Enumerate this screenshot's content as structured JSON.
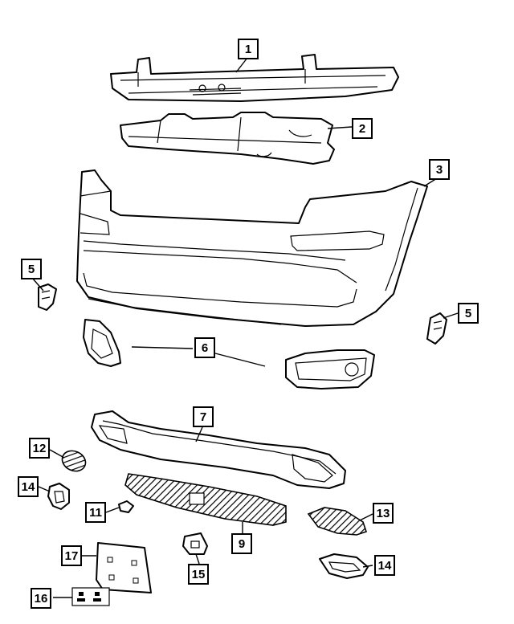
{
  "callouts": {
    "c1": "1",
    "c2": "2",
    "c3": "3",
    "c5a": "5",
    "c5b": "5",
    "c6": "6",
    "c7": "7",
    "c9": "9",
    "c11": "11",
    "c12": "12",
    "c13": "13",
    "c14a": "14",
    "c14b": "14",
    "c15": "15",
    "c16": "16",
    "c17": "17"
  }
}
